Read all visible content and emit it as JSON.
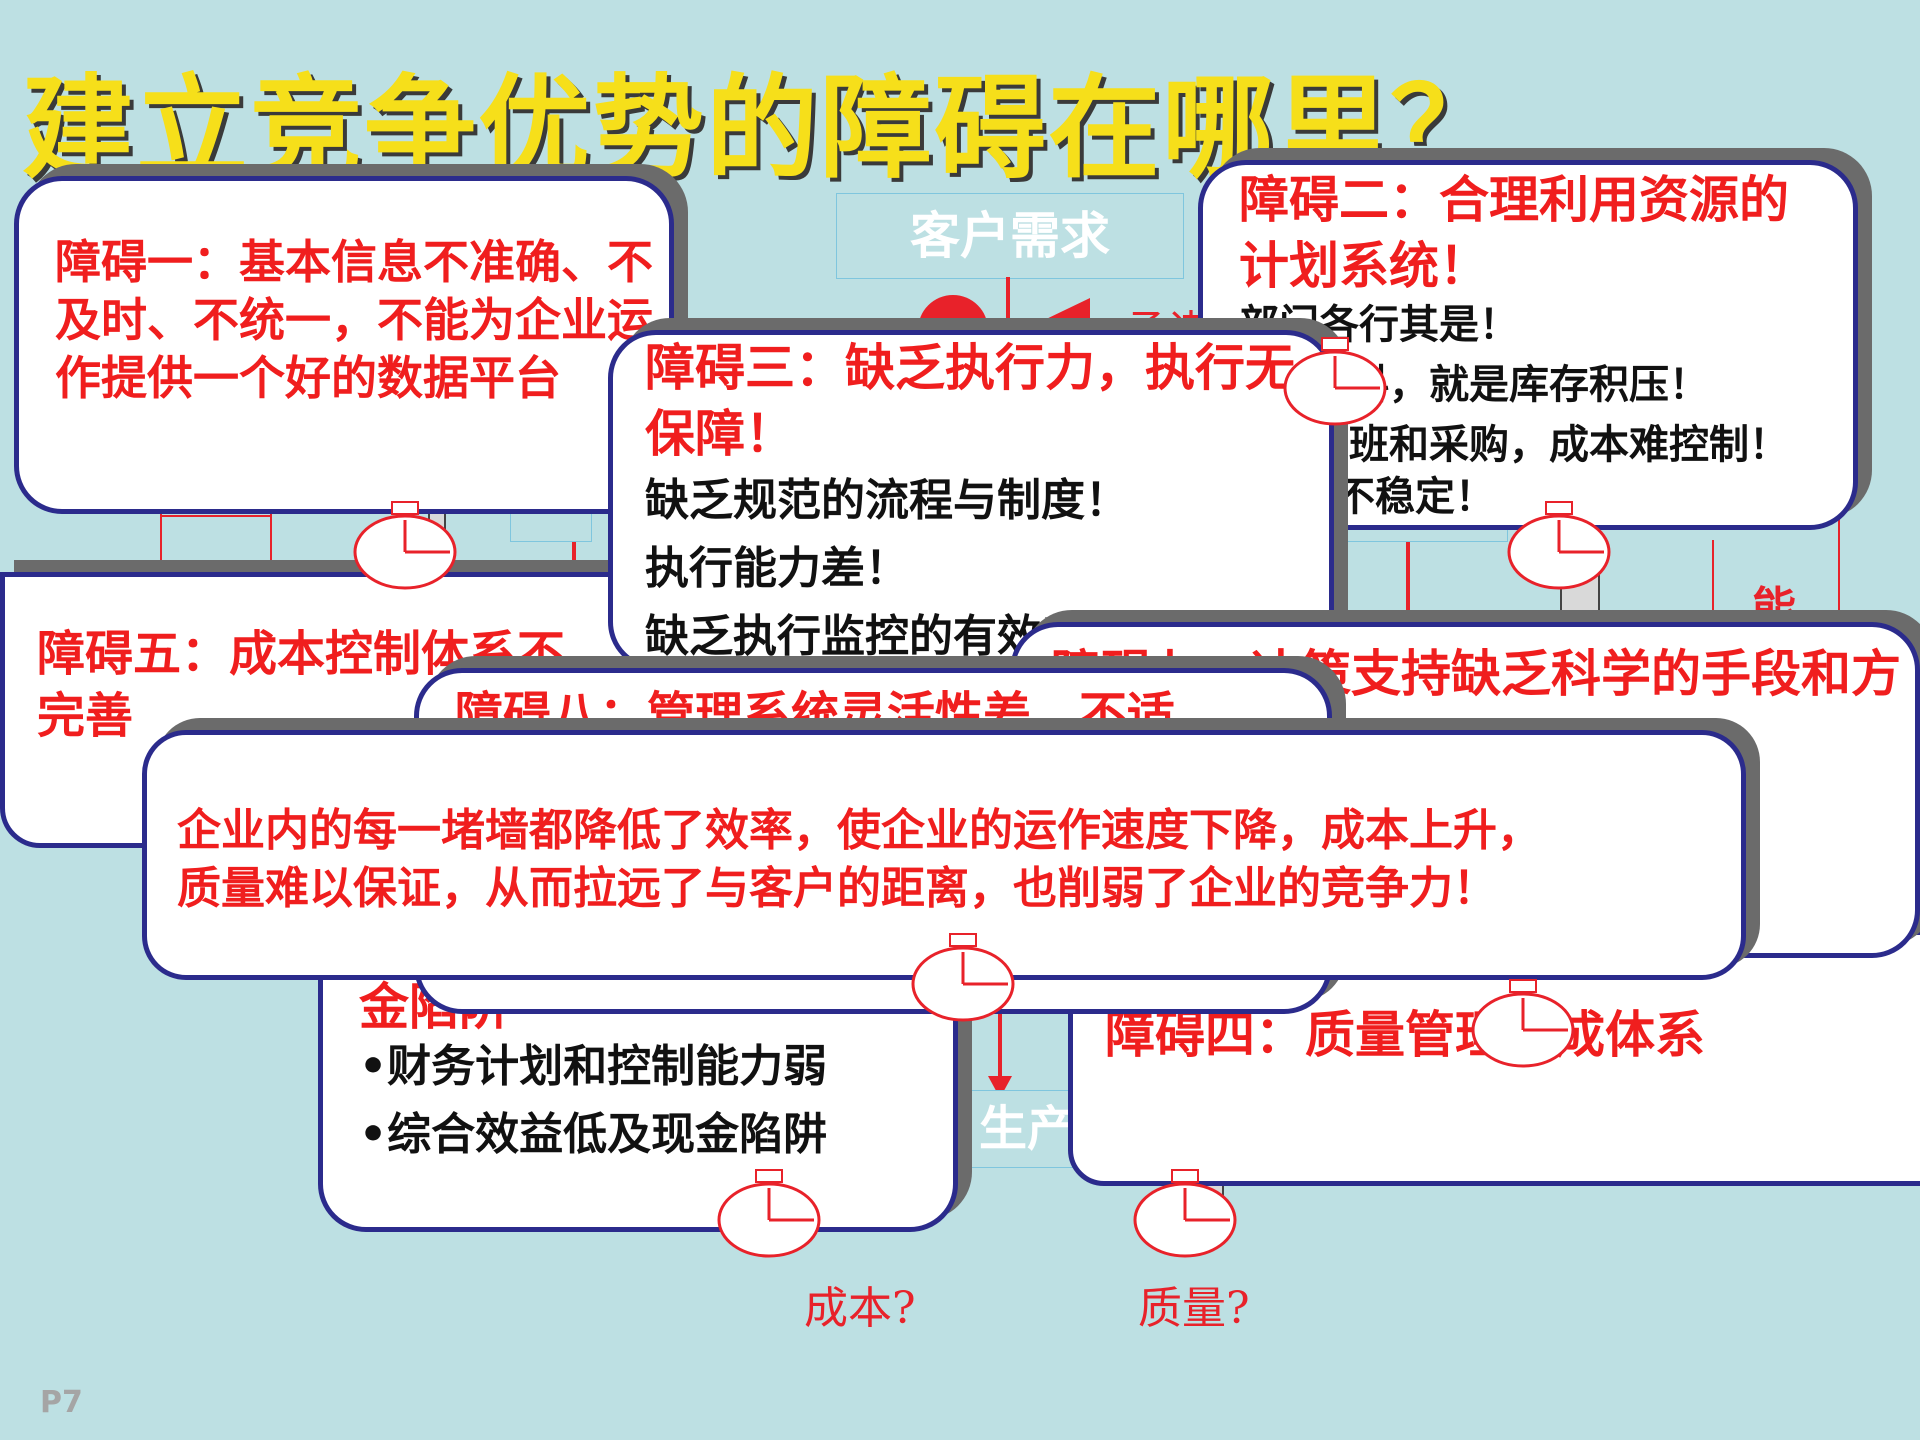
{
  "title": "建立竞争优势的障碍在哪里？",
  "page_number": "P7",
  "background": {
    "customer_demand": "客户需求",
    "promise_label": "承诺?",
    "production_label": "生产",
    "ability_label": "能",
    "cost_label": "成本?",
    "quality_label": "质量?"
  },
  "cards": {
    "obstacle1": {
      "heading": "障碍一：基本信息不准确、不及时、不统一，不能为企业运作提供一个好的数据平台"
    },
    "obstacle2": {
      "heading": "障碍二：合理利用资源的计划系统！",
      "lines": [
        "部门各行其是！",
        "缺料，就是库存积压！",
        "加班和采购，成本难控制！",
        "不稳定！"
      ]
    },
    "obstacle3": {
      "heading": "障碍三：缺乏执行力，执行无保障！",
      "lines": [
        "缺乏规范的流程与制度！",
        "执行能力差！",
        "缺乏执行监控的有效手段"
      ]
    },
    "obstacle5": {
      "heading": "障碍五：成本控制体系不完善"
    },
    "obstacle6": {
      "heading_tail": "金陷阱",
      "lines": [
        "•财务计划和控制能力弱",
        "•综合效益低及现金陷阱"
      ]
    },
    "obstacle4": {
      "heading": "障碍四：质量管理不成体系"
    },
    "obstacle7": {
      "heading": "障碍七：决策支持缺乏科学的手段和方法"
    },
    "obstacle8": {
      "heading": "障碍八：管理系统灵活性差，不适"
    },
    "summary": {
      "line1": "企业内的每一堵墙都降低了效率，使企业的运作速度下降，成本上升，",
      "line2": "质量难以保证，从而拉远了与客户的距离，也削弱了企业的竞争力！"
    }
  },
  "colors": {
    "background": "#bde0e3",
    "title": "#f6df1a",
    "heading_red": "#f01e1e",
    "card_border": "#2b2b8c",
    "timer_red": "#e8222a"
  }
}
